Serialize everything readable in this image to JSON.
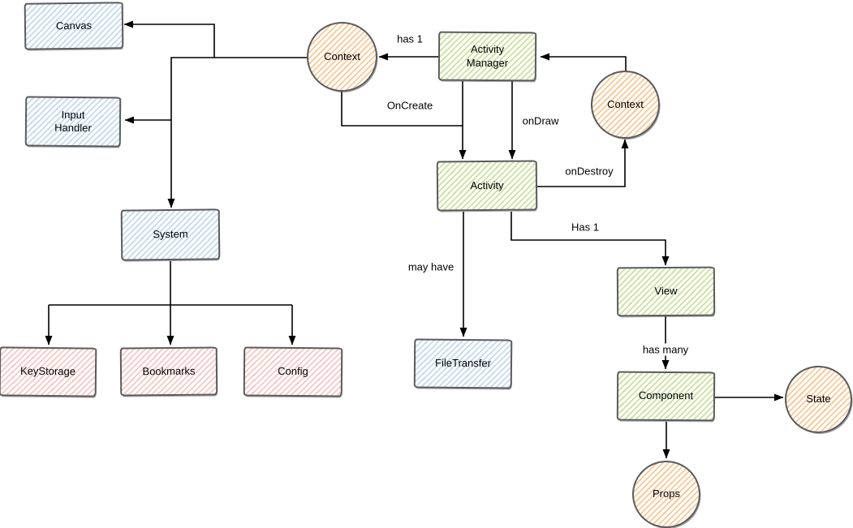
{
  "diagram": {
    "type": "flowchart-sketch",
    "background": "#ffffff",
    "nodes": [
      {
        "id": "canvas",
        "label": "Canvas",
        "shape": "rectangle",
        "fill": "blue"
      },
      {
        "id": "input-handler",
        "label": "Input Handler",
        "shape": "rectangle",
        "fill": "blue"
      },
      {
        "id": "system",
        "label": "System",
        "shape": "rectangle",
        "fill": "blue"
      },
      {
        "id": "keystorage",
        "label": "KeyStorage",
        "shape": "rectangle",
        "fill": "pink"
      },
      {
        "id": "bookmarks",
        "label": "Bookmarks",
        "shape": "rectangle",
        "fill": "pink"
      },
      {
        "id": "config",
        "label": "Config",
        "shape": "rectangle",
        "fill": "pink"
      },
      {
        "id": "context-left",
        "label": "Context",
        "shape": "circle",
        "fill": "orange"
      },
      {
        "id": "activity-manager",
        "label": "Activity Manager",
        "shape": "rectangle",
        "fill": "green"
      },
      {
        "id": "context-right",
        "label": "Context",
        "shape": "circle",
        "fill": "orange"
      },
      {
        "id": "activity",
        "label": "Activity",
        "shape": "rectangle",
        "fill": "green"
      },
      {
        "id": "filetransfer",
        "label": "FileTransfer",
        "shape": "rectangle",
        "fill": "blue"
      },
      {
        "id": "view",
        "label": "View",
        "shape": "rectangle",
        "fill": "green"
      },
      {
        "id": "component",
        "label": "Component",
        "shape": "rectangle",
        "fill": "green"
      },
      {
        "id": "state",
        "label": "State",
        "shape": "circle",
        "fill": "orange"
      },
      {
        "id": "props",
        "label": "Props",
        "shape": "circle",
        "fill": "orange"
      }
    ],
    "edges": [
      {
        "from": "activity-manager",
        "to": "context-left",
        "label": "has 1"
      },
      {
        "from": "context-left",
        "to": "activity",
        "label": "OnCreate"
      },
      {
        "from": "activity-manager",
        "to": "activity",
        "label": "onDraw"
      },
      {
        "from": "activity",
        "to": "context-right",
        "label": "onDestroy"
      },
      {
        "from": "activity",
        "to": "view",
        "label": "Has 1"
      },
      {
        "from": "activity",
        "to": "filetransfer",
        "label": "may have"
      },
      {
        "from": "view",
        "to": "component",
        "label": "has many"
      },
      {
        "from": "context-right",
        "to": "activity-manager"
      },
      {
        "from": "component",
        "to": "state"
      },
      {
        "from": "component",
        "to": "props"
      },
      {
        "from": "context-left",
        "to": "canvas"
      },
      {
        "from": "context-left",
        "to": "input-handler"
      },
      {
        "from": "context-left",
        "to": "system"
      },
      {
        "from": "system",
        "to": "keystorage"
      },
      {
        "from": "system",
        "to": "bookmarks"
      },
      {
        "from": "system",
        "to": "config"
      }
    ],
    "colors": {
      "blue_hatch": "#c5d9f0",
      "green_hatch": "#c9e29c",
      "orange_hatch": "#f8c996",
      "pink_hatch": "#f6c7c5",
      "node_border": "#5b5b5b",
      "edge_stroke": "#000000",
      "label_text": "#000000",
      "background": "#ffffff"
    }
  }
}
